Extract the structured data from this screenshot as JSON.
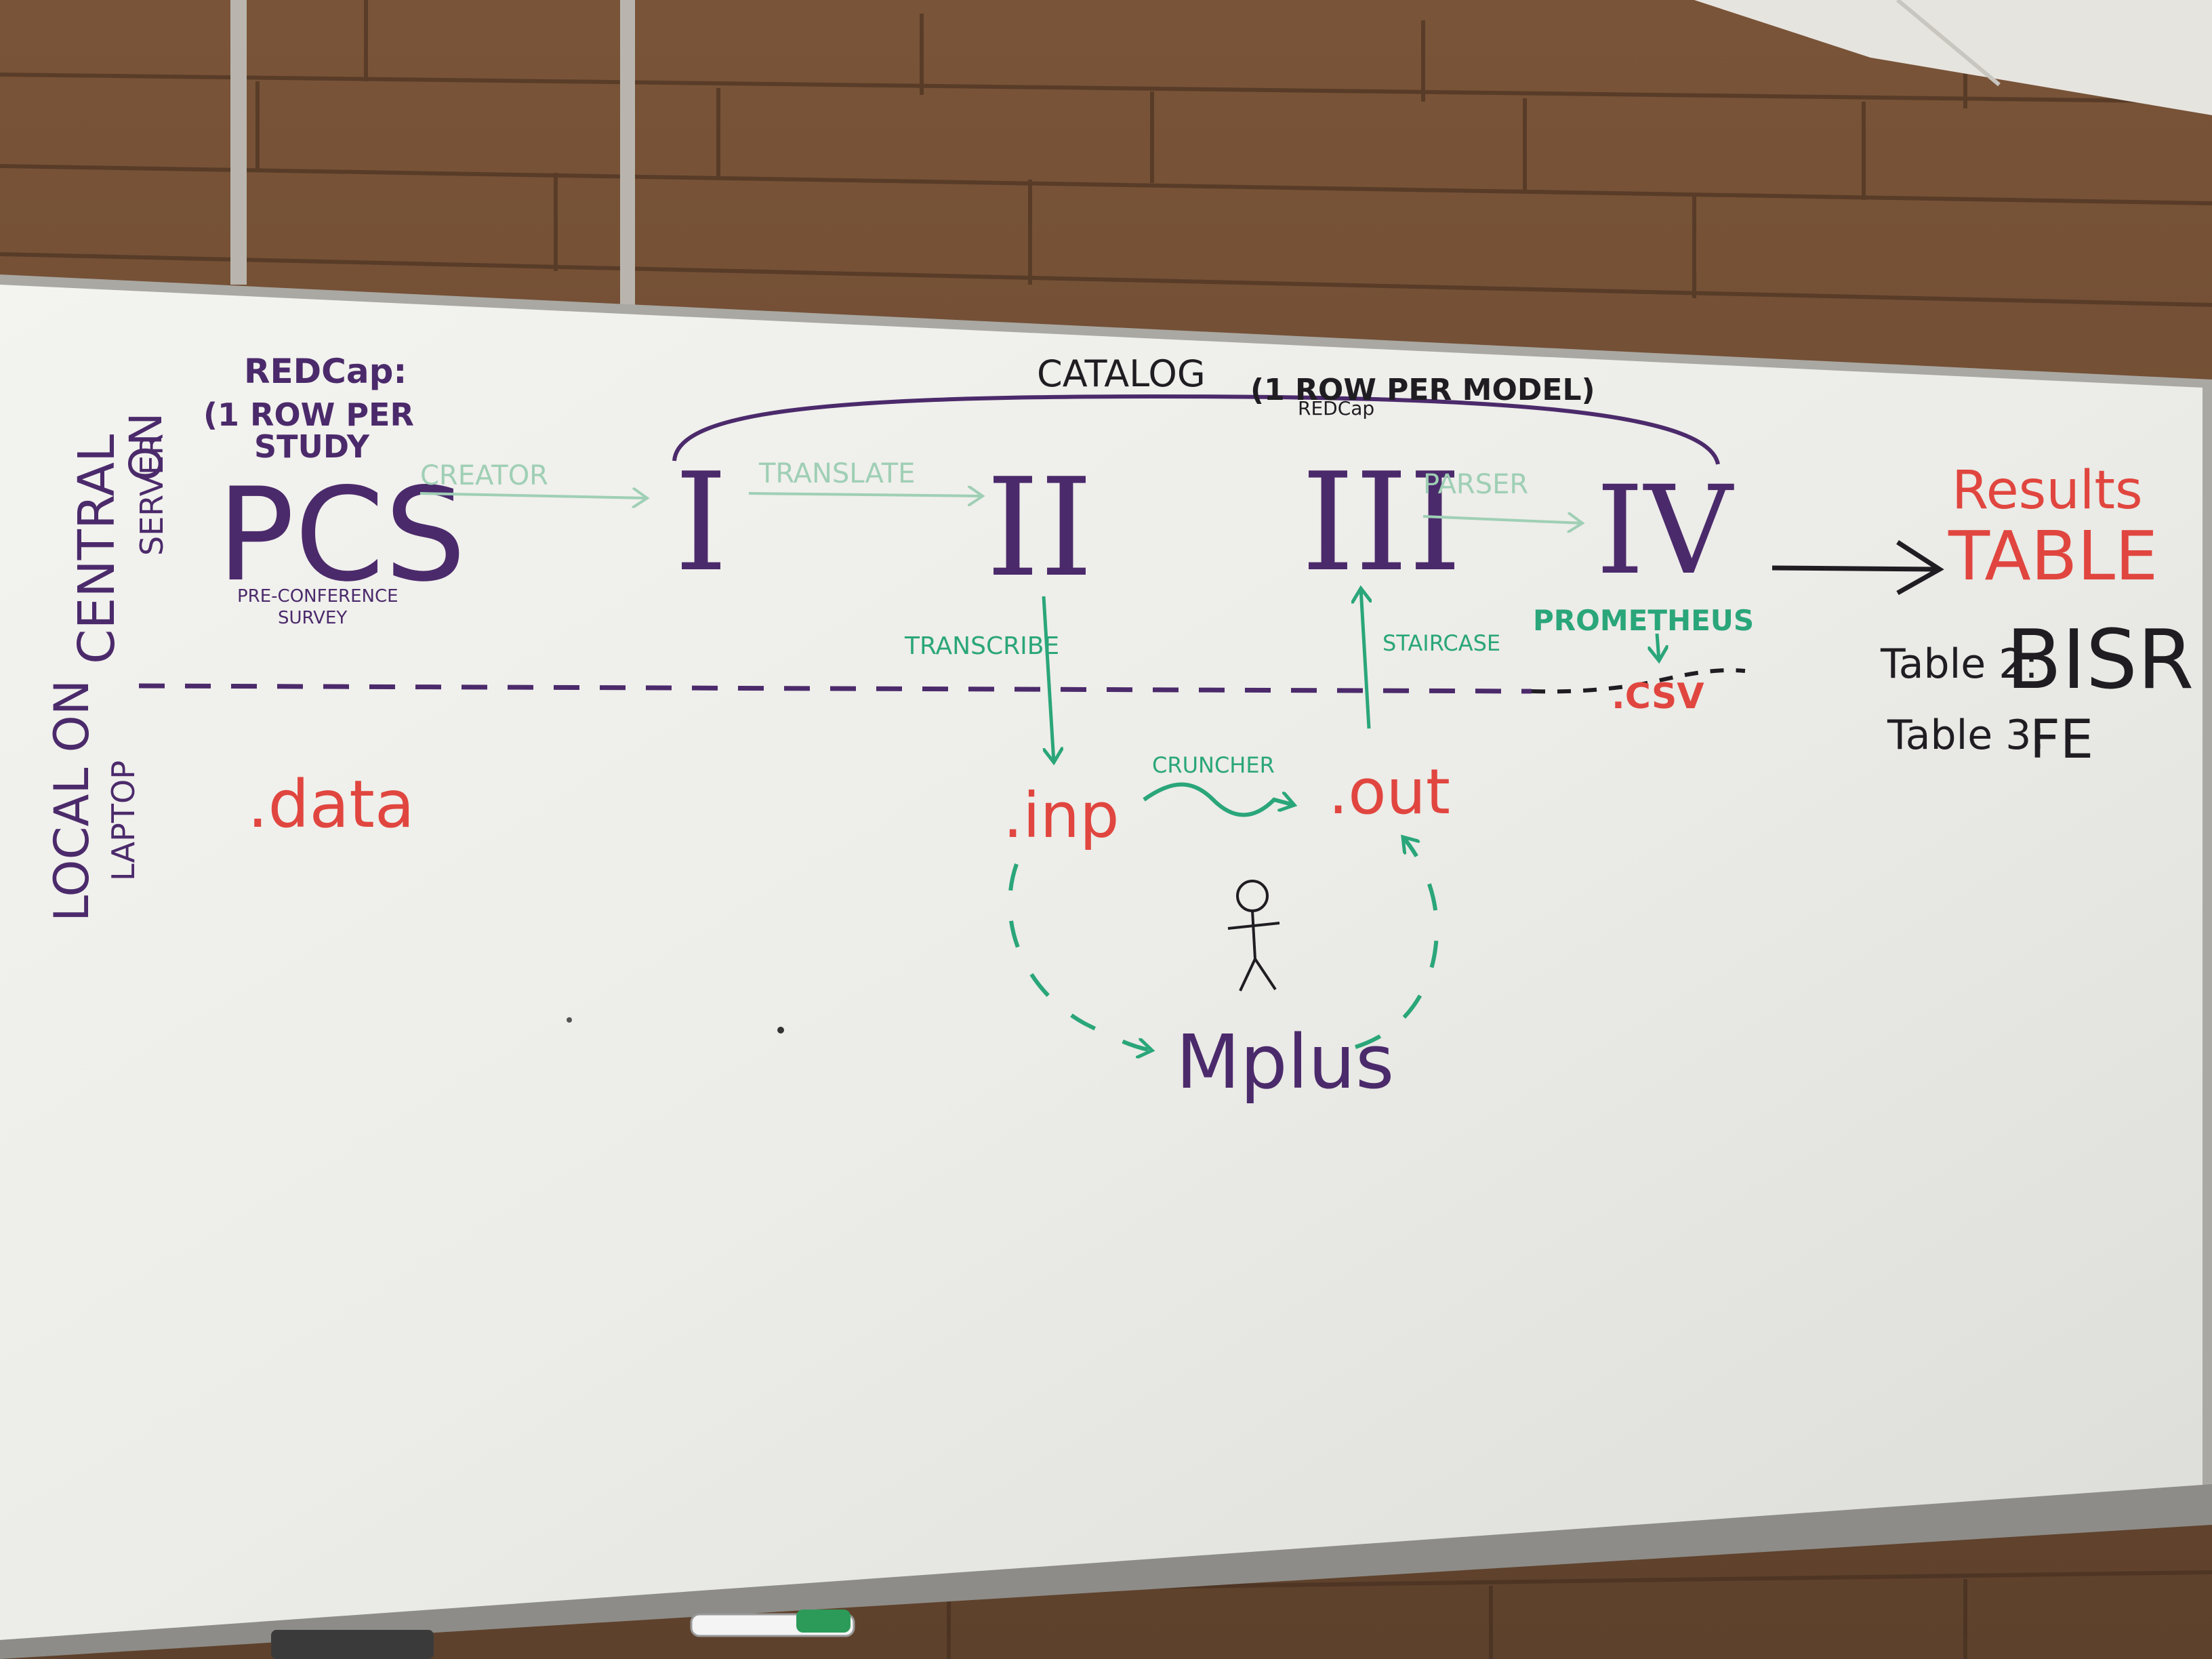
{
  "whiteboard": {
    "location_labels": {
      "upper_line1": "CENTRAL",
      "upper_line2": "ON",
      "upper_line3": "SERVER",
      "lower_line1": "LOCAL ON",
      "lower_line2": "LAPTOP"
    },
    "pcs": {
      "redcap_label": "REDCap:",
      "redcap_note_line1": "(1 ROW PER",
      "redcap_note_line2": "STUDY",
      "title": "PCS",
      "subtitle_line1": "PRE-CONFERENCE",
      "subtitle_line2": "SURVEY"
    },
    "catalog": {
      "label": "CATALOG",
      "note": "(1 ROW PER MODEL)",
      "sublabel": "REDCap"
    },
    "stages": [
      "I",
      "II",
      "III",
      "IV"
    ],
    "arrow_labels": {
      "creator": "CREATOR",
      "translate": "TRANSLATE",
      "parser": "PARSER",
      "transcribe": "TRANSCRIBE",
      "staircase": "STAIRCASE",
      "prometheus": "PROMETHEUS",
      "cruncher": "CRUNCHER"
    },
    "files": {
      "data": ".data",
      "inp": ".inp",
      "out": ".out",
      "csv": ".CSV"
    },
    "mplus": "Mplus",
    "results": {
      "title_line1": "Results",
      "title_line2": "TABLE",
      "rows": [
        {
          "label": "Table 2:",
          "value": "BISR"
        },
        {
          "label": "Table 3:",
          "value": "FE"
        }
      ]
    },
    "colors": {
      "purple": "#4b2a6b",
      "green": "#2aa67a",
      "light_green": "#9fcfb5",
      "red": "#e0463f",
      "black": "#1f1d22"
    }
  }
}
